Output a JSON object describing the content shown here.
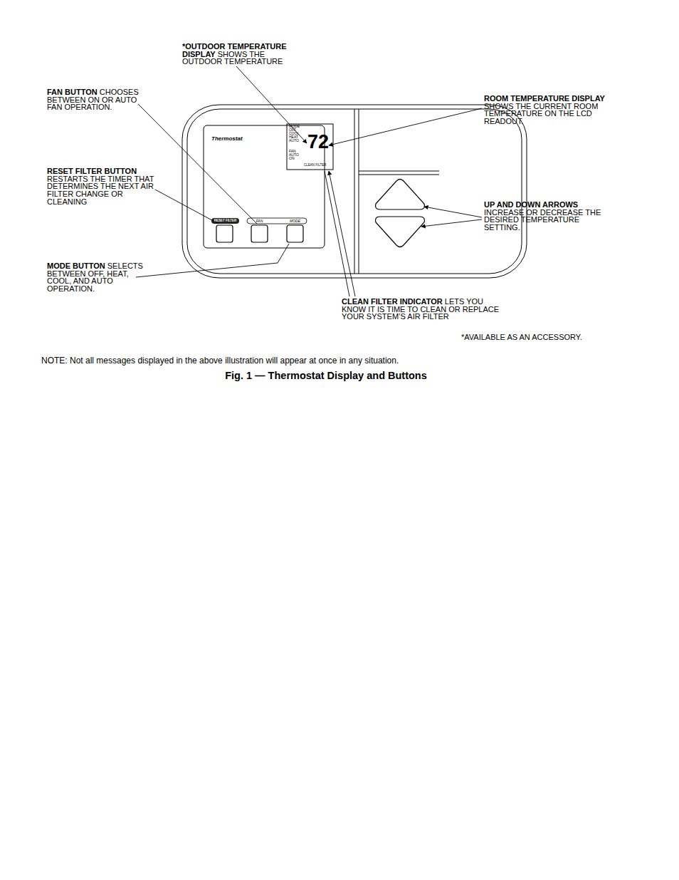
{
  "diagram": {
    "caption": "Fig. 1 — Thermostat Display and Buttons",
    "labels": [
      "*OUTDOOR TEMPERATURE DISPLAY",
      "SHOWS THE OUTDOOR TEMPERATURE",
      "FAN BUTTON",
      "CHOOSES BETWEEN ON OR AUTO FAN OPERATION.",
      "ROOM TEMPERATURE DISPLAY",
      "SHOWS THE CURRENT ROOM TEMPERATURE ON THE LCD READOUT.",
      "RESET FILTER BUTTON",
      "RESTARTS THE TIMER THAT DETERMINES THE NEXT AIR FILTER CHANGE OR CLEANING",
      "UP AND DOWN ARROWS",
      "INCREASE OR DECREASE THE DESIRED TEMPERATURE SETTING.",
      "MODE BUTTON",
      "SELECTS BETWEEN OFF, HEAT, COOL, AND AUTO OPERATION.",
      "CLEAN FILTER INDICATOR",
      "LETS YOU KNOW IT IS TIME TO CLEAN OR REPLACE YOUR SYSTEM’S AIR FILTER",
      "*AVAILABLE AS AN ACCESSORY.",
      "NOTE: Not all messages displayed in the above illustration will appear at once in any situation.",
      "Thermostat",
      "MODE",
      "OFF",
      "COOL",
      "HEAT",
      "AUTO",
      "FAN",
      "AUTO",
      "ON",
      "72",
      "CLEAN FILTER",
      "RESET FILTER",
      "FAN",
      "MODE"
    ]
  }
}
